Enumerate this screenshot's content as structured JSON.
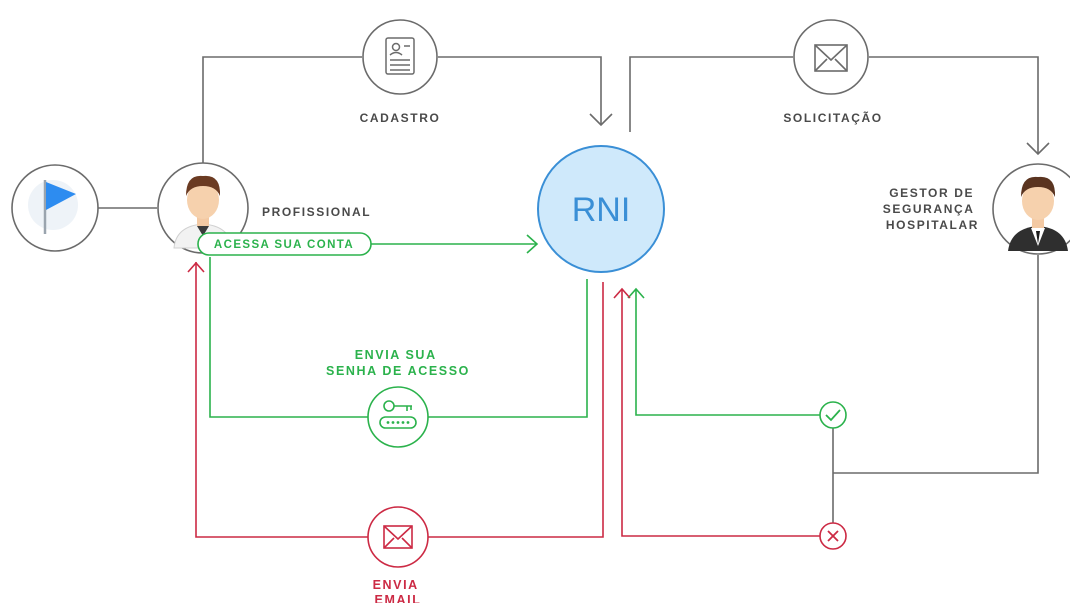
{
  "colors": {
    "gray_line": "#6b6b6b",
    "green": "#2bb24c",
    "red": "#cc2a44",
    "rni_fill": "#cfe9fb",
    "rni_stroke": "#3a8fd6",
    "flag": "#2d8cf0"
  },
  "nodes": {
    "rni": "RNI",
    "profissional": "PROFISSIONAL",
    "gestor": [
      "GESTOR DE",
      "SEGURANÇA",
      "HOSPITALAR"
    ]
  },
  "labels": {
    "cadastro": "CADASTRO",
    "solicitacao": "SOLICITAÇÃO",
    "acessa_conta": "ACESSA SUA CONTA",
    "envia_senha": [
      "ENVIA SUA",
      "SENHA DE ACESSO"
    ],
    "envia_email": [
      "ENVIA",
      "EMAIL"
    ]
  },
  "icons": {
    "flag": "flag-icon",
    "document": "document-icon",
    "envelope": "envelope-icon",
    "key": "key-password-icon",
    "email_red": "envelope-icon",
    "approve": "check-icon",
    "reject": "close-icon",
    "profissional_avatar": "doctor-avatar-icon",
    "gestor_avatar": "manager-avatar-icon"
  }
}
